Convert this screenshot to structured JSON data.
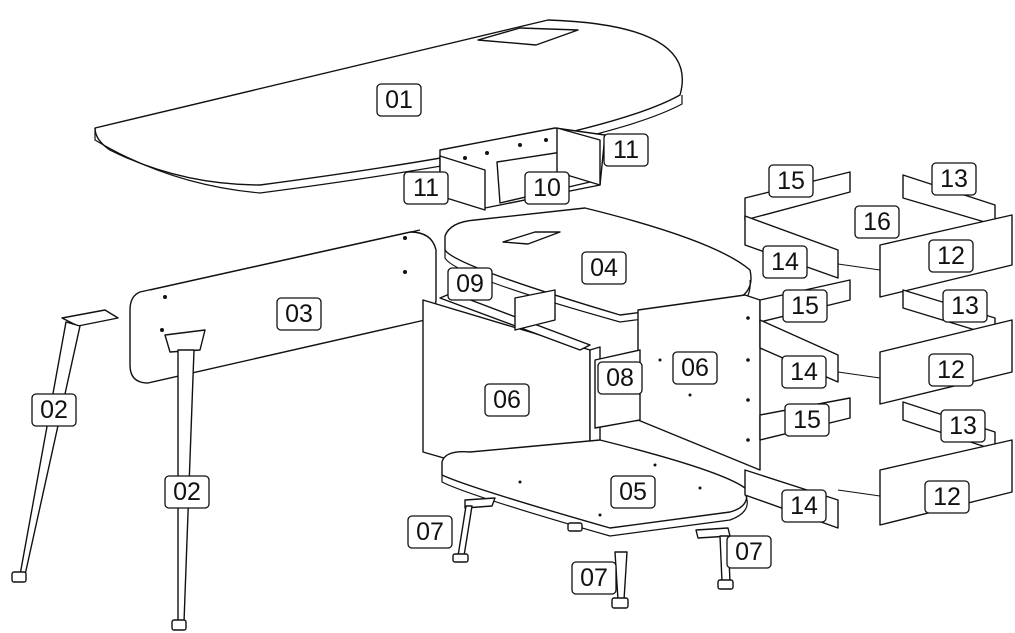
{
  "labels": [
    "01",
    "02",
    "02",
    "03",
    "04",
    "05",
    "06",
    "06",
    "07",
    "07",
    "07",
    "08",
    "09",
    "10",
    "11",
    "11",
    "12",
    "12",
    "12",
    "13",
    "13",
    "13",
    "14",
    "14",
    "14",
    "15",
    "15",
    "15",
    "16"
  ],
  "colors": {
    "line": "#111111",
    "background": "#ffffff"
  }
}
